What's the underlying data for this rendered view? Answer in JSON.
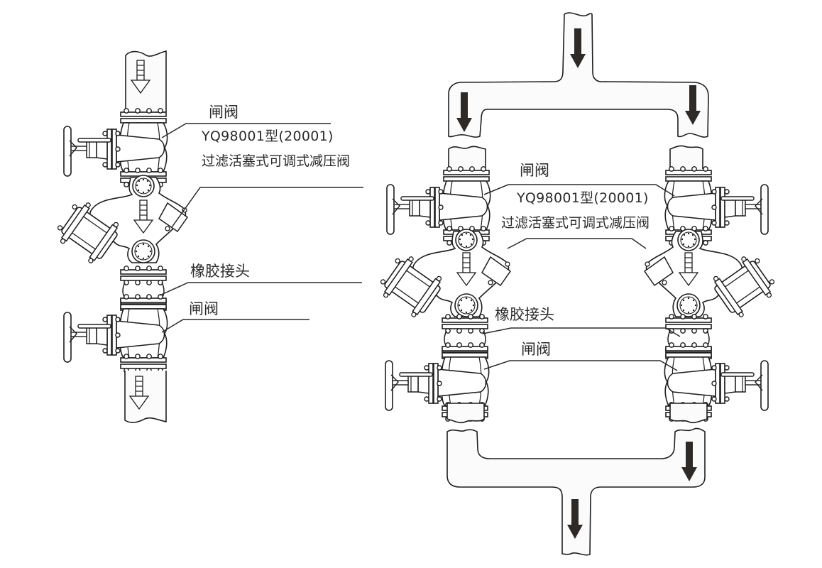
{
  "diagram": {
    "title": "",
    "colors": {
      "stroke": "#1e1e1e",
      "arrow_fill": "#2e2a27",
      "background": "#ffffff",
      "pipe_fill": "#fbfbfb"
    },
    "single_installation": {
      "flow_arrow_style": "outlined-striped",
      "labels": {
        "gate_valve_top": "闸阀",
        "model_line1": "YQ98001型(20001)",
        "model_line2": "过滤活塞式可调式减压阀",
        "rubber_joint": "橡胶接头",
        "gate_valve_bottom": "闸阀"
      }
    },
    "parallel_installation": {
      "flow_arrow_style": "solid",
      "branches": [
        "left",
        "right"
      ],
      "labels": {
        "gate_valve_top": "闸阀",
        "model_line1": "YQ98001型(20001)",
        "model_line2": "过滤活塞式可调式减压阀",
        "rubber_joint": "橡胶接头",
        "gate_valve_bottom": "闸阀"
      }
    },
    "components": [
      {
        "id": "gate-valve",
        "icon": "gate-valve-icon"
      },
      {
        "id": "pressure-reducing-valve",
        "icon": "pressure-reducing-valve-icon"
      },
      {
        "id": "rubber-joint",
        "icon": "rubber-joint-icon"
      },
      {
        "id": "pipe",
        "icon": "pipe-icon"
      },
      {
        "id": "flow-arrow",
        "icon": "flow-arrow-icon"
      }
    ]
  }
}
